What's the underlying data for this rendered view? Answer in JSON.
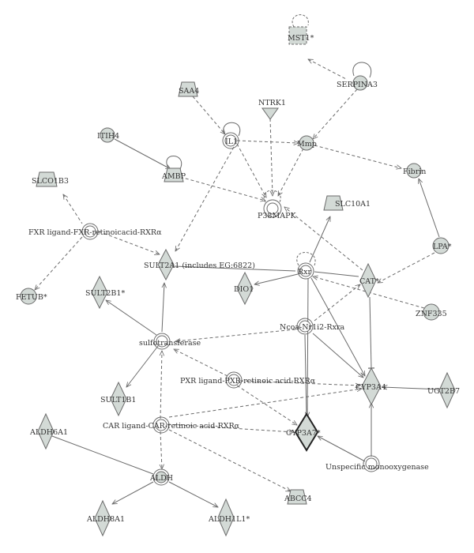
{
  "nodes": {
    "mst1": "MST1*",
    "serpina3": "SERPINA3",
    "saa4": "SAA4",
    "ntrk1": "NTRK1",
    "itih4": "ITIH4",
    "il1": "IL1",
    "mmp": "Mmp",
    "slco1b3": "SLCO1B3",
    "ambp": "AMBP",
    "fibrin": "Fibrin",
    "p38mapk": "P38MAPK",
    "slc10a1": "SLC10A1",
    "fxr": "FXR ligand-FXR-retinoicacid-RXRα",
    "lpa": "LPA*",
    "sult2a1": "SULT2A1 (includes EG:6822)",
    "rxr": "Rxr",
    "cat": "CAT*",
    "fetub": "FETUB*",
    "sult2b1": "SULT2B1*",
    "dio1": "DIO1",
    "znf335": "ZNF335",
    "ncoa": "Ncoa-Nr1i2-Rxra",
    "sulfotransferase": "sulfotransferase",
    "pxr": "PXR ligand-PXR-retinoic acid-RXRα",
    "cyp3a4": "CYP3A4",
    "ugt2b7": "UGT2B7",
    "sult1b1": "SULT1B1",
    "aldh6a1": "ALDH6A1",
    "car": "CAR ligand-CAR-retinoic acid-RXRα",
    "cyp3a7": "CYP3A7*",
    "monooxygenase": "Unspecific monooxygenase",
    "aldh": "ALDH",
    "abcc4": "ABCC4",
    "aldh8a1": "ALDH8A1",
    "aldh1l1": "ALDH1L1*"
  },
  "colors": {
    "node_fill": "#d3dad6",
    "stroke": "#6b6b6b",
    "label": "#333333"
  }
}
